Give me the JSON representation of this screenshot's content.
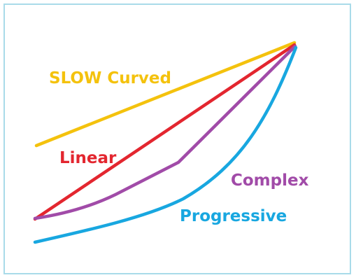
{
  "diagram": {
    "curves": [
      {
        "id": "slow-curved",
        "label": "SLOW Curved",
        "color": "#f4c20d"
      },
      {
        "id": "linear",
        "label": "Linear",
        "color": "#e3262f"
      },
      {
        "id": "complex",
        "label": "Complex",
        "color": "#a14ba8"
      },
      {
        "id": "progressive",
        "label": "Progressive",
        "color": "#18a7e0"
      }
    ]
  }
}
